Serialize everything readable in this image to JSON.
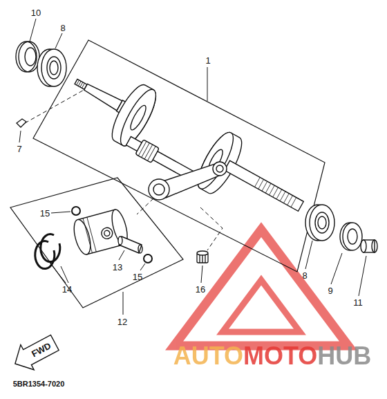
{
  "diagram": {
    "nodes": [
      {
        "text": [
          "FWD"
        ]
      }
    ],
    "labels": [
      "10",
      "8",
      "1",
      "7",
      "15",
      "13",
      "15",
      "14",
      "12",
      "16",
      "8",
      "9",
      "11",
      "AUTOMOTOHUB",
      "5BR1354-7020"
    ]
  }
}
